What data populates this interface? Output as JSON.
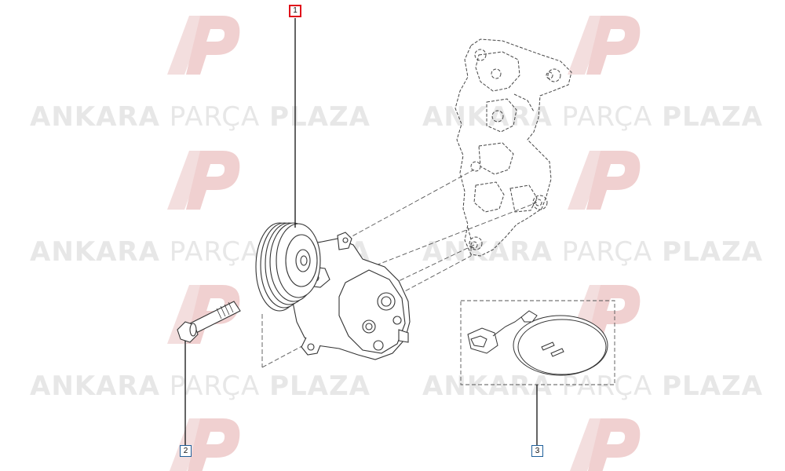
{
  "watermark": {
    "part1": "ANKARA",
    "part2": "PARÇA",
    "part3": "PLAZA",
    "logo_color": "#f4d7d7",
    "text_color": "#e7e7e7"
  },
  "callouts": [
    {
      "label": "1",
      "state": "selected",
      "border_color": "#e0101a"
    },
    {
      "label": "2",
      "state": "normal",
      "border_color": "#1f5f9a"
    },
    {
      "label": "3",
      "state": "normal",
      "border_color": "#1f5f9a"
    }
  ],
  "icons": {
    "compressor": "ac-compressor-icon",
    "bracket": "mounting-bracket-icon",
    "bolt": "bolt-icon",
    "wiring": "wiring-harness-icon"
  }
}
